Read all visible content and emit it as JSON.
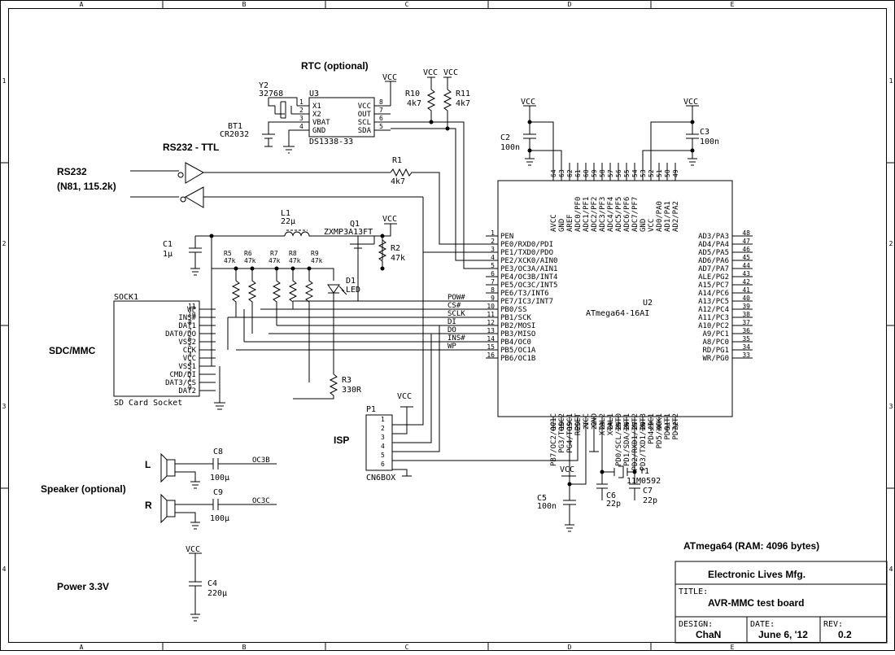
{
  "frame": {
    "cols": [
      "A",
      "B",
      "C",
      "D",
      "E"
    ],
    "rows": [
      "1",
      "2",
      "3",
      "4"
    ]
  },
  "blocks": {
    "rtc": "RTC (optional)",
    "rs232_ttl": "RS232 - TTL",
    "rs232": "RS232",
    "rs232_fmt": "(N81, 115.2k)",
    "sdc": "SDC/MMC",
    "isp": "ISP",
    "speaker": "Speaker (optional)",
    "power": "Power 3.3V",
    "mcu_note": "ATmega64 (RAM: 4096 bytes)"
  },
  "components": {
    "y2": {
      "ref": "Y2",
      "val": "32768"
    },
    "u3": {
      "ref": "U3",
      "val": "DS1338-33",
      "pins_left": [
        "X1",
        "X2",
        "VBAT",
        "GND"
      ],
      "pins_right": [
        "VCC",
        "OUT",
        "SCL",
        "SDA"
      ],
      "nums_left": [
        "1",
        "2",
        "3",
        "4"
      ],
      "nums_right": [
        "8",
        "7",
        "6",
        "5"
      ]
    },
    "bt1": {
      "ref": "BT1",
      "val": "CR2032"
    },
    "r10": {
      "ref": "R10",
      "val": "4k7"
    },
    "r11": {
      "ref": "R11",
      "val": "4k7"
    },
    "r1": {
      "ref": "R1",
      "val": "4k7"
    },
    "r2": {
      "ref": "R2",
      "val": "47k"
    },
    "r3": {
      "ref": "R3",
      "val": "330R"
    },
    "l1": {
      "ref": "L1",
      "val": "22µ"
    },
    "q1": {
      "ref": "Q1",
      "val": "ZXMP3A13FT"
    },
    "c1": {
      "ref": "C1",
      "val": "1µ"
    },
    "c2": {
      "ref": "C2",
      "val": "100n"
    },
    "c3": {
      "ref": "C3",
      "val": "100n"
    },
    "c4": {
      "ref": "C4",
      "val": "220µ"
    },
    "c5": {
      "ref": "C5",
      "val": "100n"
    },
    "c6": {
      "ref": "C6",
      "val": "22p"
    },
    "c7": {
      "ref": "C7",
      "val": "22p"
    },
    "c8": {
      "ref": "C8",
      "val": "100µ"
    },
    "c9": {
      "ref": "C9",
      "val": "100µ"
    },
    "d1": {
      "ref": "D1",
      "val": "LED"
    },
    "y1": {
      "ref": "Y1",
      "val": "11M0592"
    },
    "p1": {
      "ref": "P1",
      "val": "CN6BOX",
      "pins": [
        "1",
        "2",
        "3",
        "4",
        "5",
        "6"
      ]
    },
    "u2": {
      "ref": "U2",
      "val": "ATmega64-16AI"
    },
    "pullups": [
      {
        "ref": "R5",
        "val": "47k"
      },
      {
        "ref": "R6",
        "val": "47k"
      },
      {
        "ref": "R7",
        "val": "47k"
      },
      {
        "ref": "R8",
        "val": "47k"
      },
      {
        "ref": "R9",
        "val": "47k"
      }
    ],
    "sock1": {
      "ref": "SOCK1",
      "val": "SD Card Socket",
      "pins": [
        {
          "name": "WP",
          "num": "11"
        },
        {
          "name": "INS#",
          "num": "10"
        },
        {
          "name": "DAT1",
          "num": "8"
        },
        {
          "name": "DAT0/DO",
          "num": "7"
        },
        {
          "name": "VSS2",
          "num": "6"
        },
        {
          "name": "CLK",
          "num": "5"
        },
        {
          "name": "VCC",
          "num": "4"
        },
        {
          "name": "VSS1",
          "num": "3"
        },
        {
          "name": "CMD/DI",
          "num": "2"
        },
        {
          "name": "DAT3/CS",
          "num": "1"
        },
        {
          "name": "DAT2",
          "num": "9"
        }
      ]
    }
  },
  "vcc": "VCC",
  "mcu_left": [
    {
      "num": "1",
      "name": "PEN"
    },
    {
      "num": "2",
      "name": "PE0/RXD0/PDI"
    },
    {
      "num": "3",
      "name": "PE1/TXD0/PDO"
    },
    {
      "num": "4",
      "name": "PE2/XCK0/AIN0"
    },
    {
      "num": "5",
      "name": "PE3/OC3A/AIN1"
    },
    {
      "num": "6",
      "name": "PE4/OC3B/INT4"
    },
    {
      "num": "7",
      "name": "PE5/OC3C/INT5"
    },
    {
      "num": "8",
      "name": "PE6/T3/INT6"
    },
    {
      "num": "9",
      "name": "PE7/IC3/INT7"
    },
    {
      "num": "10",
      "name": "PB0/SS"
    },
    {
      "num": "11",
      "name": "PB1/SCK"
    },
    {
      "num": "12",
      "name": "PB2/MOSI"
    },
    {
      "num": "13",
      "name": "PB3/MISO"
    },
    {
      "num": "14",
      "name": "PB4/OC0"
    },
    {
      "num": "15",
      "name": "PB5/OC1A"
    },
    {
      "num": "16",
      "name": "PB6/OC1B"
    }
  ],
  "mcu_right": [
    {
      "num": "48",
      "name": "AD3/PA3"
    },
    {
      "num": "47",
      "name": "AD4/PA4"
    },
    {
      "num": "46",
      "name": "AD5/PA5"
    },
    {
      "num": "45",
      "name": "AD6/PA6"
    },
    {
      "num": "44",
      "name": "AD7/PA7"
    },
    {
      "num": "43",
      "name": "ALE/PG2"
    },
    {
      "num": "42",
      "name": "A15/PC7"
    },
    {
      "num": "41",
      "name": "A14/PC6"
    },
    {
      "num": "40",
      "name": "A13/PC5"
    },
    {
      "num": "39",
      "name": "A12/PC4"
    },
    {
      "num": "38",
      "name": "A11/PC3"
    },
    {
      "num": "37",
      "name": "A10/PC2"
    },
    {
      "num": "36",
      "name": "A9/PC1"
    },
    {
      "num": "35",
      "name": "A8/PC0"
    },
    {
      "num": "34",
      "name": "RD/PG1"
    },
    {
      "num": "33",
      "name": "WR/PG0"
    }
  ],
  "mcu_top": [
    {
      "num": "64",
      "name": "AVCC"
    },
    {
      "num": "63",
      "name": "GND"
    },
    {
      "num": "62",
      "name": "AREF"
    },
    {
      "num": "61",
      "name": "ADC0/PF0"
    },
    {
      "num": "60",
      "name": "ADC1/PF1"
    },
    {
      "num": "59",
      "name": "ADC2/PF2"
    },
    {
      "num": "58",
      "name": "ADC3/PF3"
    },
    {
      "num": "57",
      "name": "ADC4/PF4"
    },
    {
      "num": "56",
      "name": "ADC5/PF5"
    },
    {
      "num": "55",
      "name": "ADC6/PF6"
    },
    {
      "num": "54",
      "name": "ADC7/PF7"
    },
    {
      "num": "53",
      "name": "GND"
    },
    {
      "num": "52",
      "name": "VCC"
    },
    {
      "num": "51",
      "name": "AD0/PA0"
    },
    {
      "num": "50",
      "name": "AD1/PA1"
    },
    {
      "num": "49",
      "name": "AD2/PA2"
    }
  ],
  "mcu_bottom": [
    {
      "num": "17",
      "name": "PB7/OC2/OC1C"
    },
    {
      "num": "18",
      "name": "PG3/TOSC2"
    },
    {
      "num": "19",
      "name": "PG4/TOSC1"
    },
    {
      "num": "20",
      "name": "RESET"
    },
    {
      "num": "21",
      "name": "VCC"
    },
    {
      "num": "22",
      "name": "GND"
    },
    {
      "num": "23",
      "name": "XTAL2"
    },
    {
      "num": "24",
      "name": "XTAL1"
    },
    {
      "num": "25",
      "name": "PD0/SCL/INT0"
    },
    {
      "num": "26",
      "name": "PD1/SDA/INT1"
    },
    {
      "num": "27",
      "name": "PD2/RXD1/INT2"
    },
    {
      "num": "28",
      "name": "PD3/TXD1/INT3"
    },
    {
      "num": "29",
      "name": "PD4/IC1"
    },
    {
      "num": "30",
      "name": "PD5/XCK1"
    },
    {
      "num": "31",
      "name": "PD6/T1"
    },
    {
      "num": "32",
      "name": "PD7/T2"
    }
  ],
  "net_labels": {
    "pow": "POW#",
    "cs": "CS#",
    "sclk": "SCLK",
    "di": "DI",
    "do": "DO",
    "ins": "INS#",
    "wp": "WP",
    "oc3b": "OC3B",
    "oc3c": "OC3C",
    "spk_l": "L",
    "spk_r": "R"
  },
  "title_block": {
    "company": "Electronic Lives Mfg.",
    "title_label": "TITLE:",
    "title": "AVR-MMC test board",
    "design_label": "DESIGN:",
    "design": "ChaN",
    "date_label": "DATE:",
    "date": "June 6, '12",
    "rev_label": "REV:",
    "rev": "0.2"
  }
}
